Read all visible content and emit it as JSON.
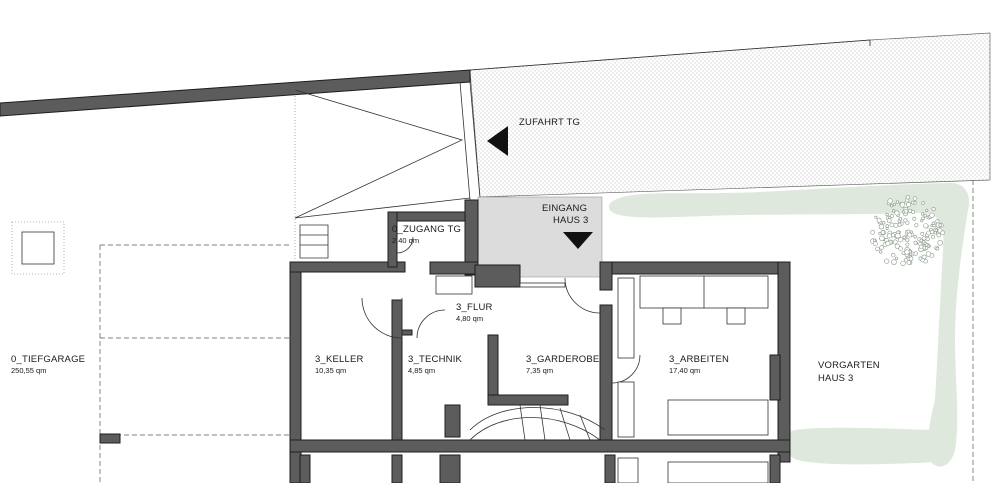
{
  "rooms": [
    {
      "name": "0_ZUGANG TG",
      "area": "2,40 qm"
    },
    {
      "name": "3_FLUR",
      "area": "4,80 qm"
    },
    {
      "name": "3_KELLER",
      "area": "10,35 qm"
    },
    {
      "name": "3_TECHNIK",
      "area": "4,85 qm"
    },
    {
      "name": "3_GARDEROBE",
      "area": "7,35 qm"
    },
    {
      "name": "3_ARBEITEN",
      "area": "17,40 qm"
    },
    {
      "name": "0_TIEFGARAGE",
      "area": "250,55 qm"
    }
  ],
  "labels": {
    "zufahrt": "ZUFAHRT TG",
    "eingang_1": "EINGANG",
    "eingang_2": "HAUS 3",
    "vorgarten_1": "VORGARTEN",
    "vorgarten_2": "HAUS 3"
  },
  "colors": {
    "wall": "#5c5c5c",
    "entrance_fill": "#dcdcdc",
    "garden_fill": "#dfe8dd"
  }
}
